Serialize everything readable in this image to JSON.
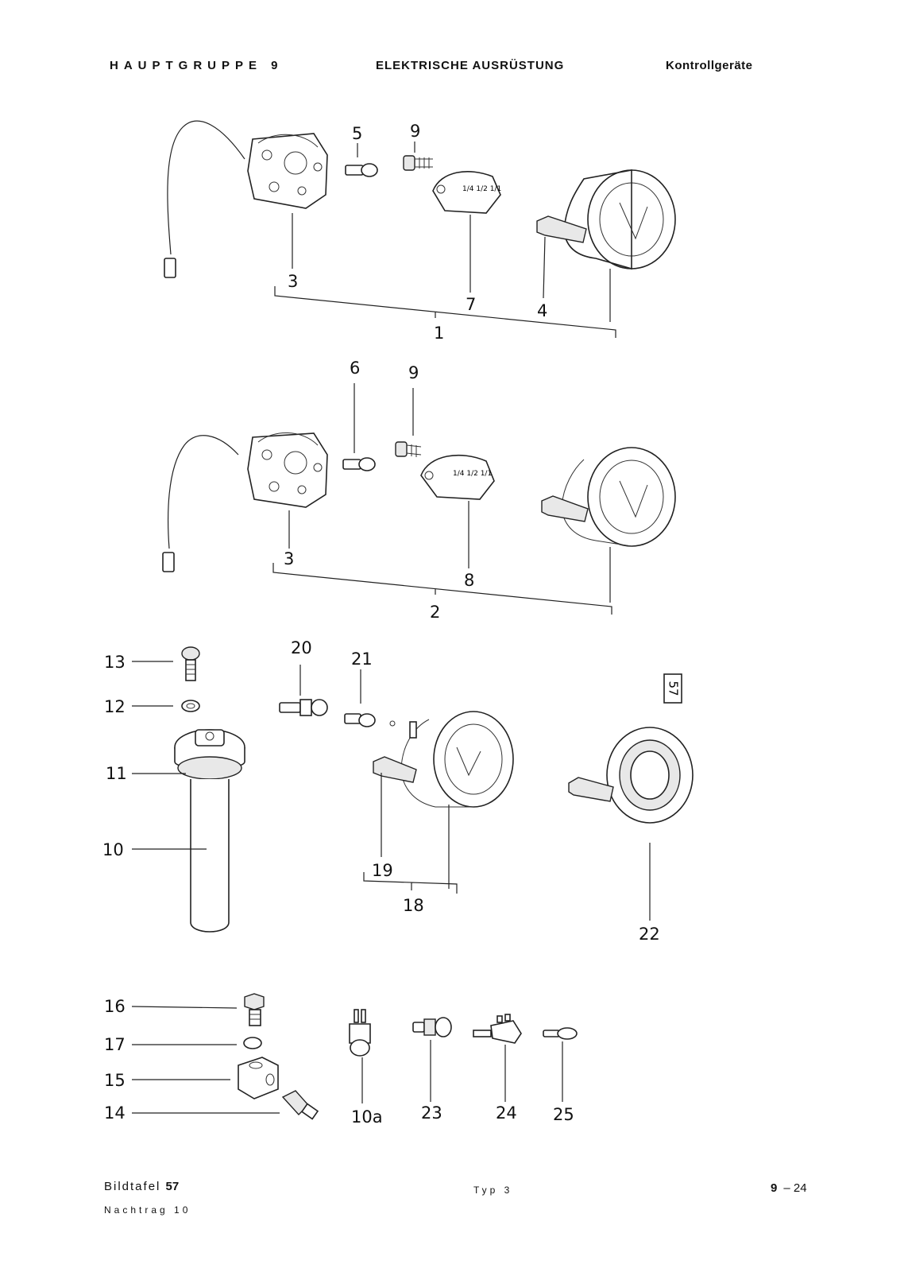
{
  "header": {
    "group": "HAUPTGRUPPE 9",
    "section": "ELEKTRISCHE AUSRÜSTUNG",
    "topic": "Kontrollgeräte"
  },
  "callouts": {
    "c1": "1",
    "c2": "2",
    "c3a": "3",
    "c3b": "3",
    "c4": "4",
    "c5": "5",
    "c6": "6",
    "c7": "7",
    "c8": "8",
    "c9a": "9",
    "c9b": "9",
    "c10": "10",
    "c10a": "10a",
    "c11": "11",
    "c12": "12",
    "c13": "13",
    "c14": "14",
    "c15": "15",
    "c16": "16",
    "c17": "17",
    "c18": "18",
    "c19": "19",
    "c20": "20",
    "c21": "21",
    "c22": "22",
    "c23": "23",
    "c24": "24",
    "c25": "25",
    "plate_badge": "57",
    "gauge_scale": "1/4 1/2 1/1"
  },
  "footer": {
    "plate_label": "Bildtafel",
    "plate_number": "57",
    "supplement": "Nachtrag 10",
    "type": "Typ 3",
    "page_prefix": "9",
    "page_suffix": "– 24"
  }
}
